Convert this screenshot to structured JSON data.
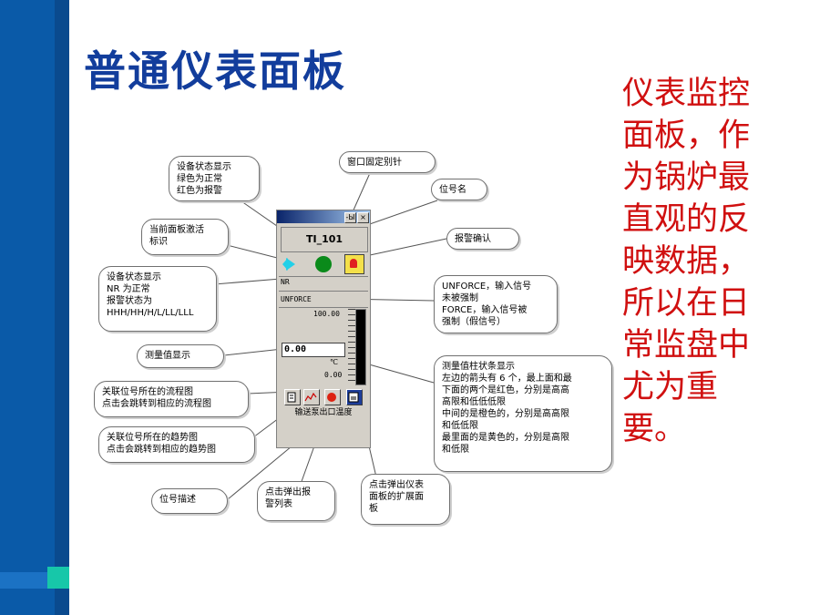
{
  "slide": {
    "title": "普通仪表面板",
    "side_text": [
      "仪表监控",
      "面板，作",
      "为锅炉最",
      "直观的反",
      "映数据，",
      "所以在日",
      "常监盘中",
      "尤为重要。"
    ],
    "colors": {
      "title": "#123d9c",
      "side_text": "#d01010",
      "sidebar": "#0a5aa8",
      "accent": "#17c7a9"
    }
  },
  "panel": {
    "tag": "TI_101",
    "pin_label": "-Ы",
    "close_label": "×",
    "status_small": "NR",
    "force_label": "UNFORCE",
    "range_high": "100.00",
    "range_low": "0.00",
    "unit": "℃",
    "value": "0.00",
    "fill_fraction": 0.0,
    "description": "输送泵出口温度",
    "icons": [
      "device-status-icon",
      "ack-alarm-icon",
      "flowchart-icon",
      "trend-icon",
      "alarm-list-icon",
      "expand-panel-icon"
    ]
  },
  "callouts": {
    "device_status": [
      "设备状态显示",
      "绿色为正常",
      "红色为报警"
    ],
    "window_pin": [
      "窗口固定别针"
    ],
    "tag_name": [
      "位号名"
    ],
    "activate": [
      "当前面板激活",
      "标识"
    ],
    "ack": [
      "报警确认"
    ],
    "status_text": [
      "设备状态显示",
      "NR 为正常",
      "报警状态为",
      "HHH/HH/H/L/LL/LLL"
    ],
    "force": [
      "UNFORCE，输入信号",
      "未被强制",
      "FORCE，输入信号被",
      "强制（假信号）"
    ],
    "measure": [
      "测量值显示"
    ],
    "bar": [
      "测量值柱状条显示",
      "左边的箭头有 6 个，最上面和最",
      "下面的两个是红色，分别是高高",
      "高限和低低低限",
      "中间的是橙色的，分别是高高限",
      "和低低限",
      "最里面的是黄色的，分别是高限",
      "和低限"
    ],
    "flowchart": [
      "关联位号所在的流程图",
      "点击会跳转到相应的流程图"
    ],
    "trend": [
      "关联位号所在的趋势图",
      "点击会跳转到相应的趋势图"
    ],
    "desc": [
      "位号描述"
    ],
    "alarm_list": [
      "点击弹出报",
      "警列表"
    ],
    "expand": [
      "点击弹出仪表",
      "面板的扩展面",
      "板"
    ]
  }
}
